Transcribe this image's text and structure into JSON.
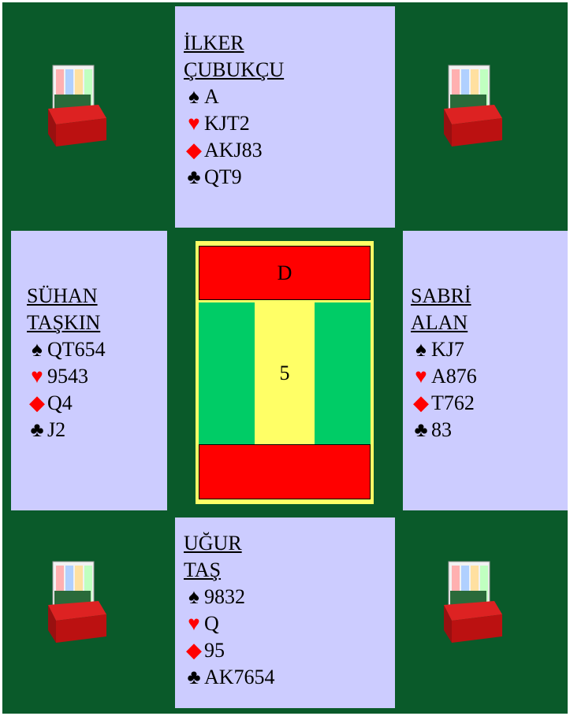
{
  "board": {
    "dealer": "D",
    "number": "5"
  },
  "north": {
    "name1": "İLKER",
    "name2": "ÇUBUKÇU",
    "spades": "A",
    "hearts": "KJT2",
    "diamonds": "AKJ83",
    "clubs": "QT9"
  },
  "west": {
    "name1": "SÜHAN",
    "name2": "TAŞKIN",
    "spades": "QT654",
    "hearts": "9543",
    "diamonds": "Q4",
    "clubs": "J2"
  },
  "east": {
    "name1": "SABRİ",
    "name2": "ALAN",
    "spades": "KJ7",
    "hearts": "A876",
    "diamonds": "T762",
    "clubs": "83"
  },
  "south": {
    "name1": "UĞUR",
    "name2": "TAŞ",
    "spades": "9832",
    "hearts": "Q",
    "diamonds": "95",
    "clubs": "AK7654"
  },
  "icons": {
    "spade": "spade-icon",
    "heart": "heart-icon",
    "diamond": "diamond-icon",
    "club": "club-icon",
    "tray": "bidding-box-icon"
  },
  "colors": {
    "table": "#0a5a2a",
    "hand": "#ccccff",
    "red": "#ff0000",
    "green": "#00cc66",
    "yellow": "#ffff66"
  }
}
